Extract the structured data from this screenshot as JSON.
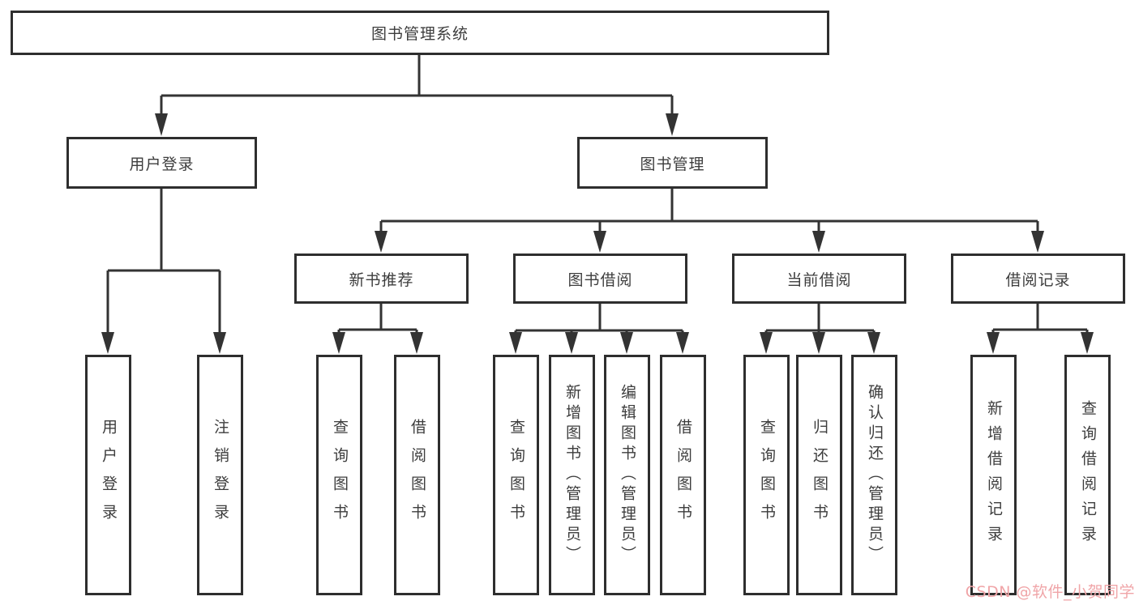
{
  "diagram_title": "图书管理系统",
  "tree": {
    "label": "图书管理系统",
    "children": [
      {
        "label": "用户登录",
        "children": [
          {
            "label": "用户登录"
          },
          {
            "label": "注销登录"
          }
        ]
      },
      {
        "label": "图书管理",
        "children": [
          {
            "label": "新书推荐",
            "children": [
              {
                "label": "查询图书"
              },
              {
                "label": "借阅图书"
              }
            ]
          },
          {
            "label": "图书借阅",
            "children": [
              {
                "label": "查询图书"
              },
              {
                "label": "新增图书（管理员）"
              },
              {
                "label": "编辑图书（管理员）"
              },
              {
                "label": "借阅图书"
              }
            ]
          },
          {
            "label": "当前借阅",
            "children": [
              {
                "label": "查询图书"
              },
              {
                "label": "归还图书"
              },
              {
                "label": "确认归还（管理员）"
              }
            ]
          },
          {
            "label": "借阅记录",
            "children": [
              {
                "label": "新增借阅记录"
              },
              {
                "label": "查询借阅记录"
              }
            ]
          }
        ]
      }
    ]
  },
  "watermark": {
    "text": "CSDN @软件_小贺同学",
    "color": "#f0a5a8"
  },
  "colors": {
    "box_border": "#2e2e2e",
    "connector_line": "#333333",
    "arrowhead": "#333333",
    "text": "#3d3d3d",
    "background": "#ffffff"
  }
}
